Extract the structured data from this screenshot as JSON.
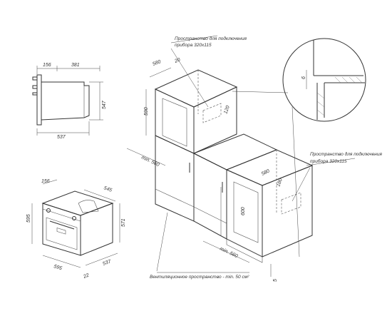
{
  "side_view": {
    "dim_top_left": "156",
    "dim_top_right": "381",
    "dim_height": "547",
    "dim_depth": "537"
  },
  "front_view": {
    "dim_width_top": "156",
    "dim_depth_top": "545",
    "dim_height_left": "595",
    "dim_height_right": "571",
    "dim_width_bottom": "595",
    "dim_depth_bottom": "537",
    "dim_offset": "22"
  },
  "upper_cabinet": {
    "callout_line1": "Пространство для подключения",
    "callout_line2": "прибора 320x115",
    "dim_width": "580",
    "dim_back": "20",
    "dim_height": "590",
    "dim_depth": "min. 560",
    "dim_gap": "120"
  },
  "lower_cabinet": {
    "callout_line1": "Пространство для подключения",
    "callout_line2": "прибора 320x115",
    "dim_width": "580",
    "dim_gap": "180",
    "dim_height": "600",
    "dim_depth": "min. 560"
  },
  "detail": {
    "dim_thickness": "6"
  },
  "footer": {
    "ventilation_label": "Вентиляционное пространство - min. 50 см²",
    "dim_bottom": "5"
  },
  "colors": {
    "line": "#333333",
    "background": "#ffffff"
  }
}
